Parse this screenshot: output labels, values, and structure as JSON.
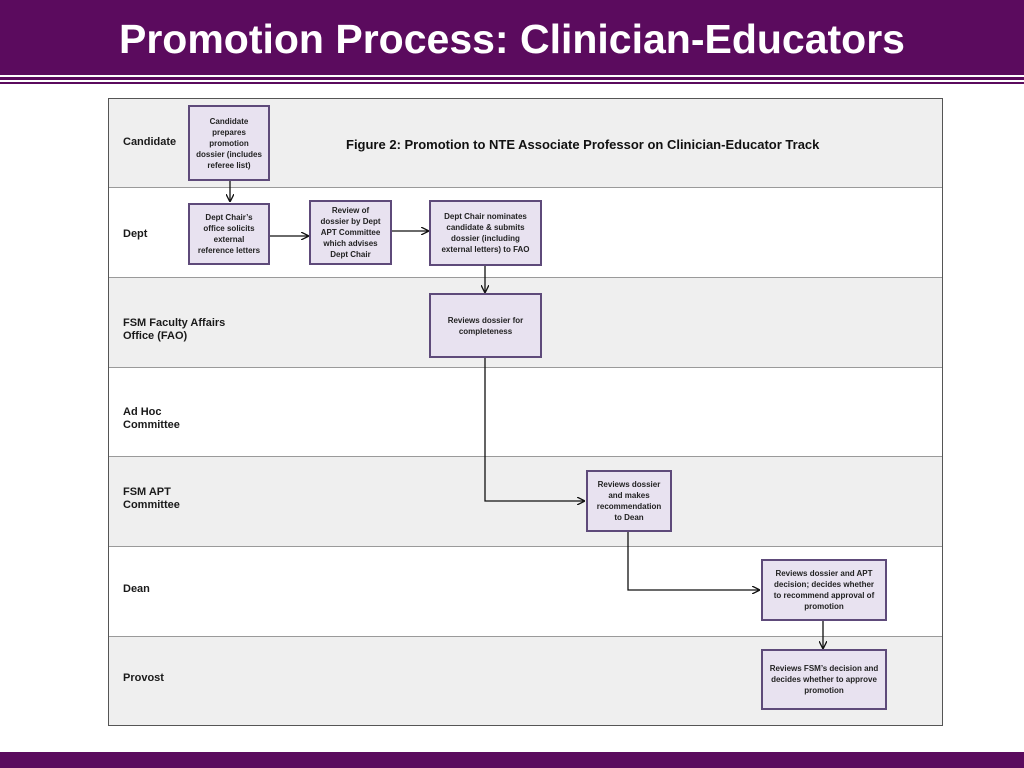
{
  "slide": {
    "title": "Promotion Process: Clinician-Educators"
  },
  "diagram": {
    "figure_title": "Figure 2: Promotion to NTE Associate Professor on Clinician-Educator Track",
    "lanes": [
      {
        "label": "Candidate"
      },
      {
        "label": "Dept"
      },
      {
        "label": "FSM Faculty Affairs\nOffice (FAO)"
      },
      {
        "label": "Ad Hoc\nCommittee"
      },
      {
        "label": "FSM APT\nCommittee"
      },
      {
        "label": "Dean"
      },
      {
        "label": "Provost"
      }
    ],
    "boxes": [
      {
        "text": "Candidate\nprepares\npromotion\ndossier (includes\nreferee list)"
      },
      {
        "text": "Dept Chair’s\noffice solicits\nexternal\nreference letters"
      },
      {
        "text": "Review of\ndossier by Dept\nAPT Committee\nwhich advises\nDept Chair"
      },
      {
        "text": "Dept Chair nominates\ncandidate & submits\ndossier (including\nexternal letters) to FAO"
      },
      {
        "text": "Reviews dossier for\ncompleteness"
      },
      {
        "text": "Reviews dossier\nand makes\nrecommendation\nto Dean"
      },
      {
        "text": "Reviews dossier and APT\ndecision; decides whether\nto recommend approval of\npromotion"
      },
      {
        "text": "Reviews FSM’s decision and\ndecides whether to approve\npromotion"
      }
    ],
    "colors": {
      "brand": "#5b0b5e",
      "box_fill": "#e8e2f0",
      "box_border": "#5e4a7a",
      "lane_shaded": "#efefef"
    }
  }
}
